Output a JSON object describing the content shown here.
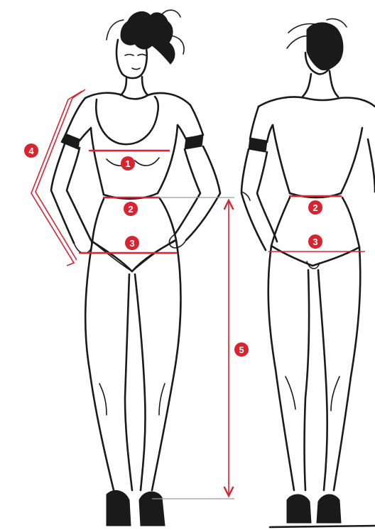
{
  "figure": {
    "measurement_color": "#d9232e",
    "ink_color": "#1a1a1a",
    "markers": {
      "front_bust": "1",
      "front_waist": "2",
      "front_hip": "3",
      "arm_length": "4",
      "leg_length": "5",
      "back_waist": "2",
      "back_hip": "3"
    }
  }
}
